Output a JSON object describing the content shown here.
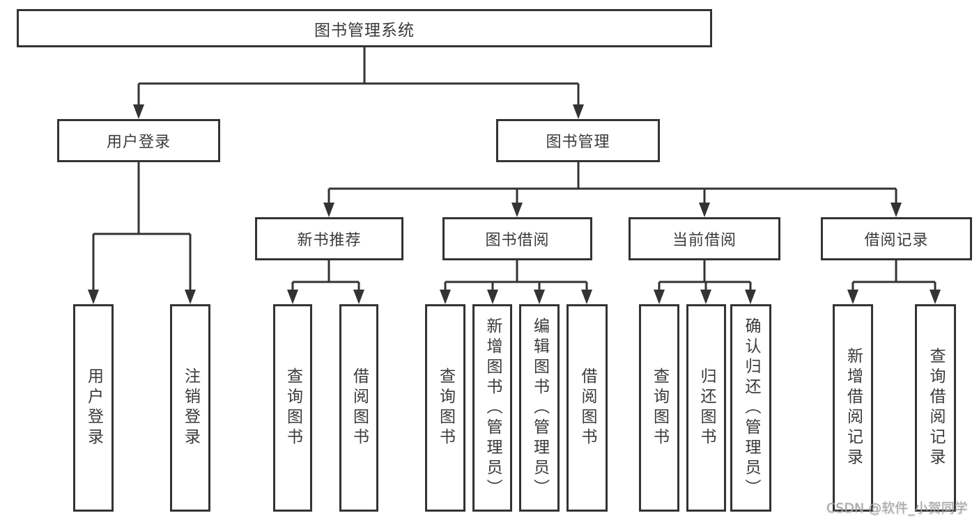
{
  "tree": {
    "root": {
      "label": "图书管理系统"
    },
    "branches": [
      {
        "label": "用户登录",
        "children": [
          {
            "label": "用户登录"
          },
          {
            "label": "注销登录"
          }
        ]
      },
      {
        "label": "图书管理",
        "children": [
          {
            "label": "新书推荐",
            "children": [
              {
                "label": "查询图书"
              },
              {
                "label": "借阅图书"
              }
            ]
          },
          {
            "label": "图书借阅",
            "children": [
              {
                "label": "查询图书"
              },
              {
                "label": "新增图书（管理员）"
              },
              {
                "label": "编辑图书（管理员）"
              },
              {
                "label": "借阅图书"
              }
            ]
          },
          {
            "label": "当前借阅",
            "children": [
              {
                "label": "查询图书"
              },
              {
                "label": "归还图书"
              },
              {
                "label": "确认归还（管理员）"
              }
            ]
          },
          {
            "label": "借阅记录",
            "children": [
              {
                "label": "新增借阅记录"
              },
              {
                "label": "查询借阅记录"
              }
            ]
          }
        ]
      }
    ]
  },
  "watermark": {
    "text": "CSDN @软件_小贺同学"
  },
  "colors": {
    "line": "#333333",
    "box_border": "#333333",
    "text": "#3a3a3a",
    "background": "#ffffff",
    "watermark": "#a3a3a3"
  }
}
